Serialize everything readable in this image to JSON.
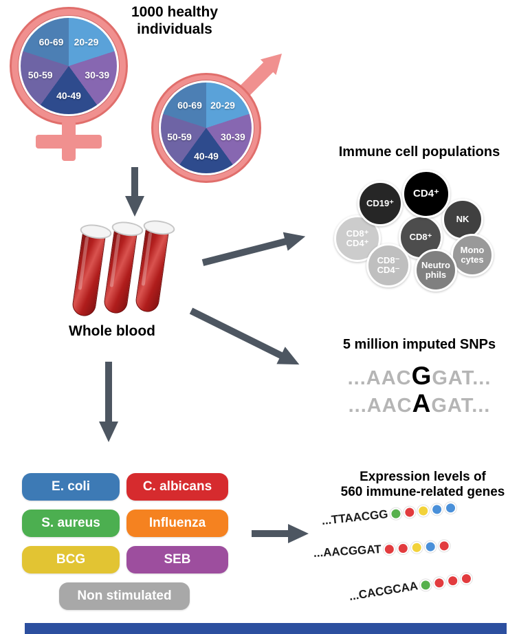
{
  "colors": {
    "arrow": "#4d5661",
    "gender": "#f0908f",
    "bottom_bar": "#2c4f9f"
  },
  "header": {
    "line1": "1000 healthy",
    "line2": "individuals"
  },
  "age_pie": {
    "slice_colors": [
      "#5aa2d9",
      "#8767b1",
      "#2e4b8d",
      "#6e64a5",
      "#4c7fb4"
    ],
    "labels": [
      "20-29",
      "30-39",
      "40-49",
      "50-59",
      "60-69"
    ]
  },
  "whole_blood": {
    "label": "Whole blood"
  },
  "immune_cells": {
    "title": "Immune cell populations",
    "cells": [
      {
        "label": "CD8⁺ CD4⁺",
        "color": "#cccccc"
      },
      {
        "label": "CD19⁺",
        "color": "#262626"
      },
      {
        "label": "NK",
        "color": "#404040"
      },
      {
        "label": "CD8⁺",
        "color": "#4d4d4d"
      },
      {
        "label": "CD4⁺",
        "color": "#000000"
      },
      {
        "label": "Mono cytes",
        "color": "#999999"
      },
      {
        "label": "CD8⁻ CD4⁻",
        "color": "#bfbfbf"
      },
      {
        "label": "Neutro phils",
        "color": "#808080"
      }
    ]
  },
  "snps": {
    "title": "5 million imputed SNPs",
    "line1": {
      "prefix": "...AAC",
      "variant": "G",
      "suffix": "GAT..."
    },
    "line2": {
      "prefix": "...AAC",
      "variant": "A",
      "suffix": "GAT..."
    }
  },
  "stimuli": {
    "items": [
      {
        "label": "E. coli",
        "color": "#3d7ab5"
      },
      {
        "label": "C. albicans",
        "color": "#d62b2e"
      },
      {
        "label": "S. aureus",
        "color": "#4caf50"
      },
      {
        "label": "Influenza",
        "color": "#f58220"
      },
      {
        "label": "BCG",
        "color": "#e2c433"
      },
      {
        "label": "SEB",
        "color": "#9d4e9e"
      },
      {
        "label": "Non stimulated",
        "color": "#a8a8a8"
      }
    ]
  },
  "expression": {
    "title_line1": "Expression levels of",
    "title_line2": "560 immune-related genes",
    "rows": [
      {
        "sequence": "...TTAACGG",
        "beads": [
          "#56b04c",
          "#e23b3e",
          "#f2d23a",
          "#4a90d9",
          "#4a90d9"
        ]
      },
      {
        "sequence": "...AACGGAT",
        "beads": [
          "#e23b3e",
          "#e23b3e",
          "#f2d23a",
          "#4a90d9",
          "#e23b3e"
        ]
      },
      {
        "sequence": "...CACGCAA",
        "beads": [
          "#56b04c",
          "#e23b3e",
          "#e23b3e",
          "#e23b3e"
        ]
      }
    ]
  }
}
